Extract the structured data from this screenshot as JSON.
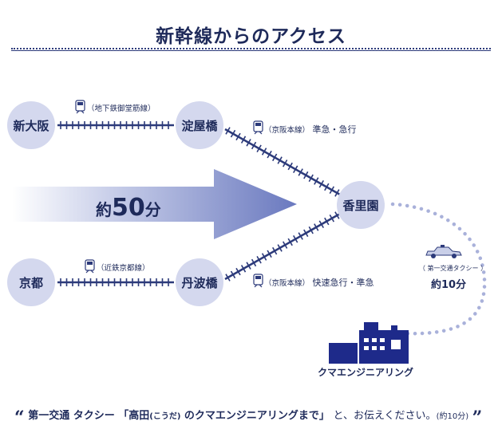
{
  "title": "新幹線からのアクセス",
  "stations": {
    "shin_osaka": "新大阪",
    "yodoyabashi": "淀屋橋",
    "kyoto": "京都",
    "tambabashi": "丹波橋",
    "korien": "香里園"
  },
  "lines": {
    "subway": "（地下鉄御堂筋線）",
    "keihan_top": "（京阪本線）",
    "keihan_top_service": "準急・急行",
    "kintetsu": "（近鉄京都線）",
    "keihan_bottom": "（京阪本線）",
    "keihan_bottom_service": "快速急行・準急"
  },
  "travel_time": {
    "prefix": "約",
    "number": "50",
    "suffix": "分"
  },
  "taxi": {
    "company": "（ 第一交通タクシー ）",
    "time": "約10分"
  },
  "destination": "クマエンジニアリング",
  "footer": {
    "open_quote": "“",
    "company": "第一交通 タクシー",
    "instruction_a": "「高田",
    "reading": "(こうだ)",
    "instruction_b": " のクマエンジニアリングまで」",
    "instruction_c": "と、お伝えください。",
    "time": "(約10分)",
    "close_quote": "”"
  },
  "colors": {
    "navy": "#1e2a5a",
    "station_fill": "#d4d8ee",
    "track": "#2c3a7a",
    "arrow_light": "#e8ebf7",
    "arrow_dark": "#5c6cb8",
    "building": "#1e2a8a"
  },
  "icons": [
    "train-icon",
    "taxi-icon",
    "building-icon"
  ]
}
